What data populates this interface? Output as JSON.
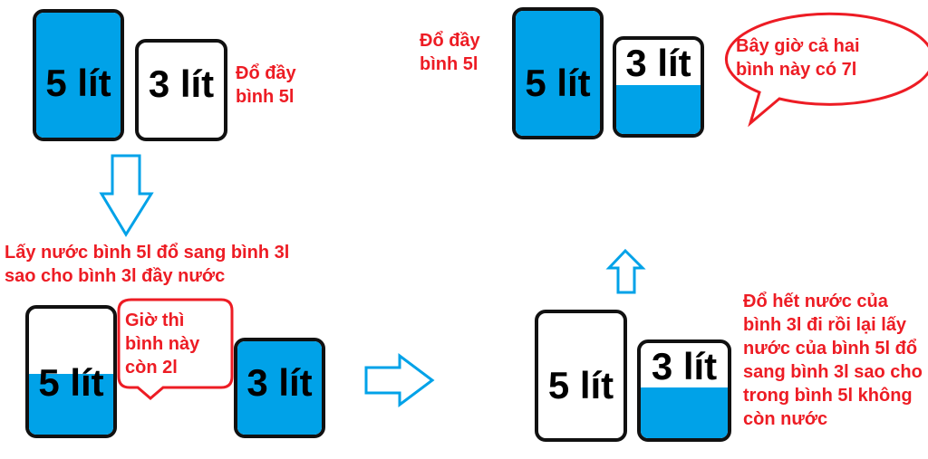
{
  "colors": {
    "water": "#00a2e8",
    "text": "#ed1c24",
    "outline": "#111111"
  },
  "jar5_label": "5 lít",
  "jar3_label": "3 lít",
  "step1": {
    "note": "Đổ đầy bình 5l",
    "jar5_fill": 1.0,
    "jar3_fill": 0.0
  },
  "step2": {
    "caption": "Lấy nước bình 5l đổ sang bình 3l sao cho bình 3l đầy nước",
    "bubble": "Giờ thì bình này còn 2l",
    "jar5_fill": 0.5,
    "jar3_fill": 1.0
  },
  "step3": {
    "note": "Đổ hết nước của bình 3l đi rồi lại lấy nước của bình 5l đổ sang bình 3l sao cho trong bình 5l không còn nước",
    "jar5_fill": 0.0,
    "jar3_fill": 0.5
  },
  "step4": {
    "note": "Đổ đầy bình 5l",
    "bubble": "Bây giờ cả hai bình này có 7l",
    "jar5_fill": 1.0,
    "jar3_fill": 0.5
  },
  "arrows": [
    "arrow-down",
    "arrow-right",
    "arrow-up"
  ]
}
